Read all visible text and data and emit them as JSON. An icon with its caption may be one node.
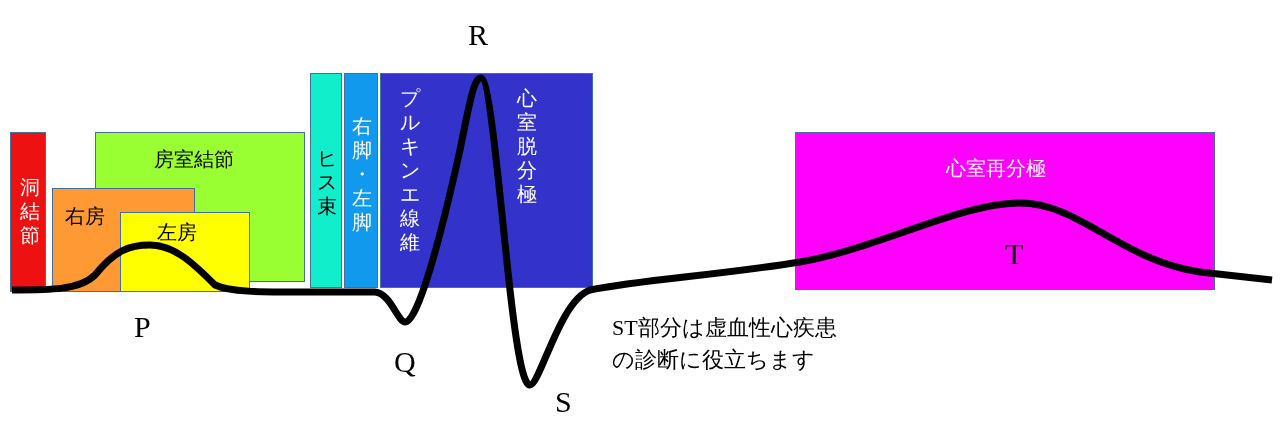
{
  "diagram": {
    "nodes": [
      {
        "text": [
          "洞結節"
        ]
      },
      {
        "text": [
          "房室結節"
        ]
      },
      {
        "text": [
          "右房"
        ]
      },
      {
        "text": [
          "左房"
        ]
      },
      {
        "text": [
          "ヒス束"
        ]
      },
      {
        "text": [
          "右脚・左脚"
        ]
      },
      {
        "text": [
          "プルキンエ線維",
          "心室脱分極"
        ]
      },
      {
        "text": [
          "心室再分極"
        ]
      }
    ],
    "edges": [],
    "labels": [
      "R",
      "P",
      "Q",
      "S",
      "T",
      "ST部分は虚血性心疾患の診断に役立ちます"
    ]
  }
}
